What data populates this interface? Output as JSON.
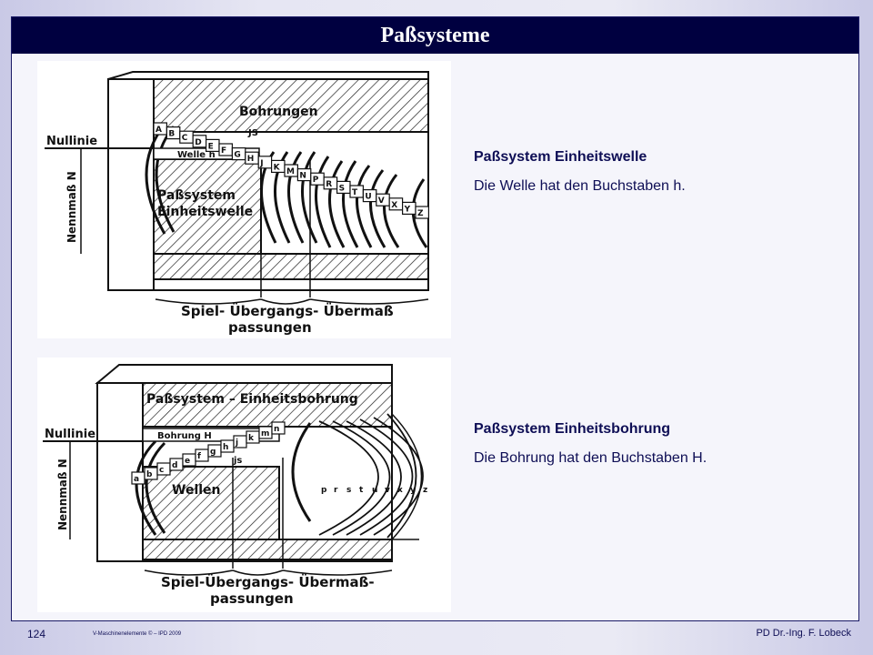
{
  "slide": {
    "title": "Paßsysteme",
    "page_number": "124",
    "course": "V-Maschinenelemente  © – IPD  2009",
    "author": "PD Dr.-Ing. F. Lobeck"
  },
  "section_1": {
    "heading": "Paßsystem Einheitswelle",
    "text": "Die Welle hat den Buchstaben h.",
    "figure": {
      "nulllinie": "Nullinie",
      "nennmass": "Nennmaß N",
      "bohrungen": "Bohrungen",
      "welle_h": "Welle h",
      "system_line1": "Paßsystem",
      "system_line2": "Einheitswelle",
      "js": "JS",
      "letters": [
        "A",
        "B",
        "C",
        "D",
        "E",
        "F",
        "G",
        "H",
        "J",
        "K",
        "M",
        "N",
        "P",
        "R",
        "S",
        "T",
        "U",
        "V",
        "X",
        "Y",
        "Z"
      ],
      "bottom_line1": "Spiel- Übergangs- Übermaß",
      "bottom_line2": "passungen"
    }
  },
  "section_2": {
    "heading": "Paßsystem Einheitsbohrung",
    "text": "Die Bohrung hat den Buchstaben H.",
    "figure": {
      "nulllinie": "Nullinie",
      "nennmass": "Nennmaß N",
      "system_label": "Paßsystem – Einheitsbohrung",
      "bohrung_h": "Bohrung H",
      "wellen": "Wellen",
      "js": "js",
      "letters_left": [
        "a",
        "b",
        "c",
        "d",
        "e",
        "f",
        "g",
        "h",
        "j",
        "k",
        "m",
        "n"
      ],
      "letters_right": [
        "p",
        "r",
        "s",
        "t",
        "u",
        "v",
        "x",
        "y",
        "z"
      ],
      "bottom_line1": "Spiel-Übergangs- Übermaß-",
      "bottom_line2": "passungen"
    }
  }
}
